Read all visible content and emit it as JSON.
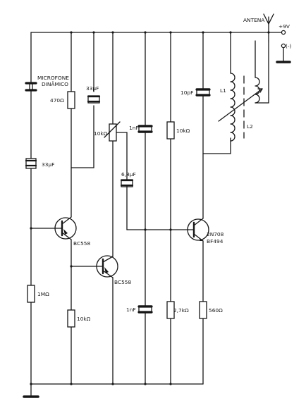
{
  "labels": {
    "antenna": "ANTENA",
    "supply_pos": "+9V",
    "supply_neg": "(-)",
    "mic_line1": "MICROFONE",
    "mic_line2": "DINÂMICO",
    "c_coupling_in": "33µF",
    "r_1m": "1MΩ",
    "r_470": "470Ω",
    "c_33u_top": "33µF",
    "trimpot": "10kΩ",
    "q1": "BC558",
    "r_10k_q1e": "10kΩ",
    "q2": "BC558",
    "c_6u8": "6,8µF",
    "c_1n_top": "1nF",
    "c_1n_bottom": "1nF",
    "r_10k_mid": "10kΩ",
    "r_2k7": "2,7kΩ",
    "q3_line1": "2N708",
    "q3_line2": "BF494",
    "r_560": "560Ω",
    "c_10p": "10pF",
    "l1": "L1",
    "l2": "L2"
  }
}
